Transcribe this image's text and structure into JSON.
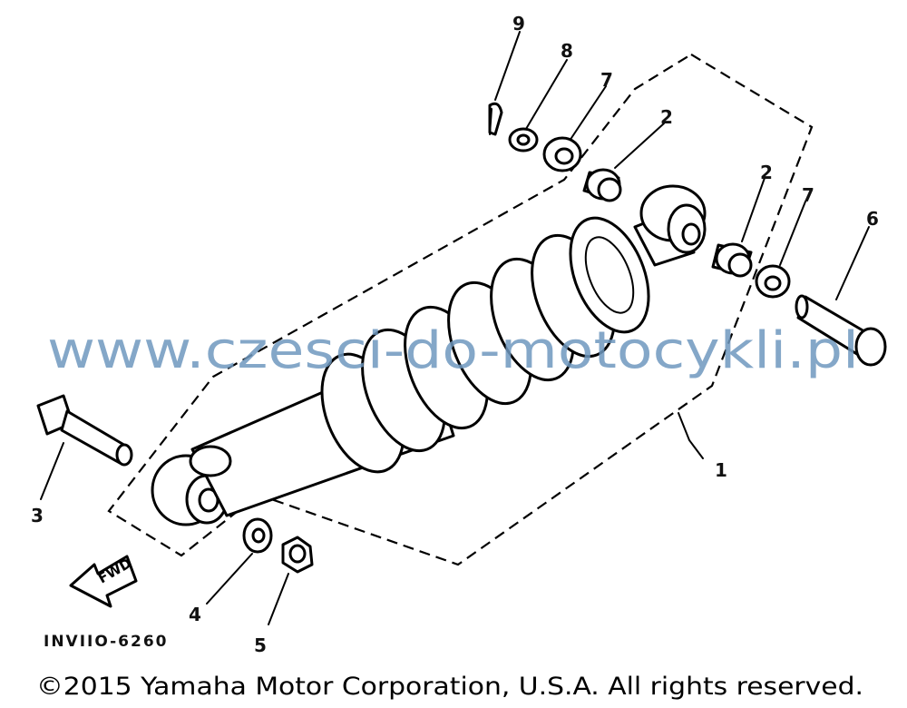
{
  "callouts": {
    "n1": "1",
    "n2a": "2",
    "n2b": "2",
    "n3": "3",
    "n4": "4",
    "n5": "5",
    "n6": "6",
    "n7a": "7",
    "n7b": "7",
    "n8": "8",
    "n9": "9"
  },
  "fwd_label": "FWD",
  "diagram_code": "INVIIO-6260",
  "watermark": "www.czesci-do-motocykli.pl",
  "copyright": "©2015 Yamaha Motor Corporation, U.S.A. All rights reserved."
}
